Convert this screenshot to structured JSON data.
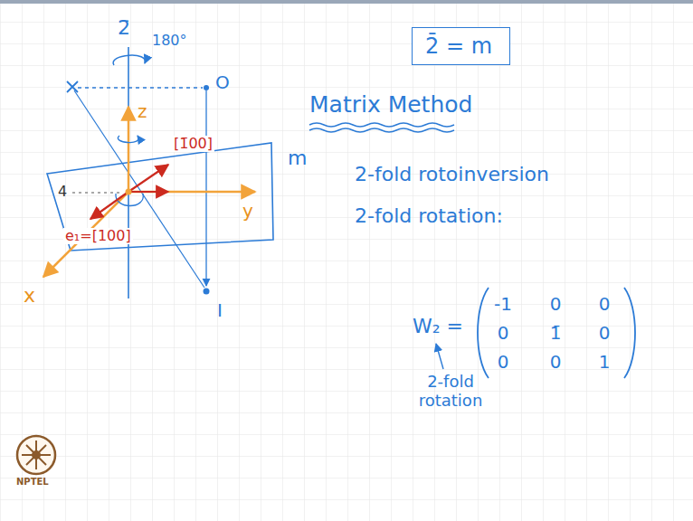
{
  "diagram": {
    "nodes": [
      {
        "text": [
          "2̄ = m"
        ]
      }
    ],
    "labels": [
      "2̄",
      "180°",
      "O",
      "z",
      "[1̄00]",
      "m",
      "4",
      "y",
      "e₁=[100]",
      "x",
      "I",
      "Matrix Method",
      "2-fold rotoinversion",
      "2-fold rotation:",
      "W₂ =",
      "-1",
      "0",
      "0",
      "0",
      "1̄",
      "0",
      "0",
      "0",
      "1",
      "2-fold rotation",
      "NPTEL"
    ]
  }
}
